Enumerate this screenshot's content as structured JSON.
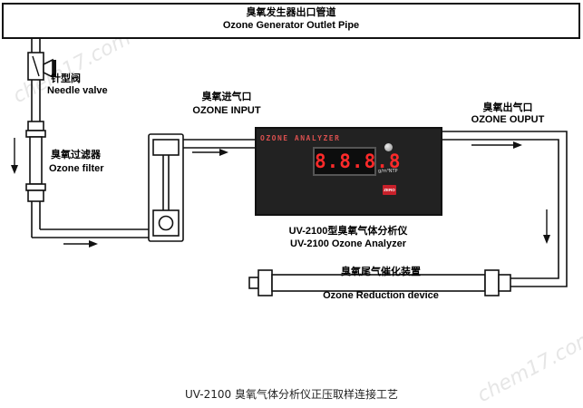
{
  "pipe": {
    "label_cn": "臭氧发生器出口管道",
    "label_en": "Ozone Generator Outlet Pipe"
  },
  "needle_valve": {
    "label_cn": "针型阀",
    "label_en": "Needle valve"
  },
  "filter": {
    "label_cn": "臭氧过滤器",
    "label_en": "Ozone filter"
  },
  "ozone_input": {
    "label_cn": "臭氧进气口",
    "label_en": "OZONE INPUT"
  },
  "ozone_output": {
    "label_cn": "臭氧出气口",
    "label_en": "OZONE OUPUT"
  },
  "analyzer": {
    "panel_title": "OZONE ANALYZER",
    "display": "8.8.8.8",
    "unit": "g/m³NTP",
    "zero_button": "ZERO",
    "label_cn": "UV-2100型臭氧气体分析仪",
    "label_en": "UV-2100 Ozone Analyzer"
  },
  "reduction": {
    "label_cn": "臭氧尾气催化装置",
    "label_en": "Ozone Reduction device"
  },
  "caption": "UV-2100 臭氧气体分析仪正压取样连接工艺",
  "watermark": "chem17.com",
  "colors": {
    "line": "#111111",
    "analyzer_body": "#222222",
    "display_red": "#ff2a2a",
    "zero_red": "#c8202a"
  }
}
